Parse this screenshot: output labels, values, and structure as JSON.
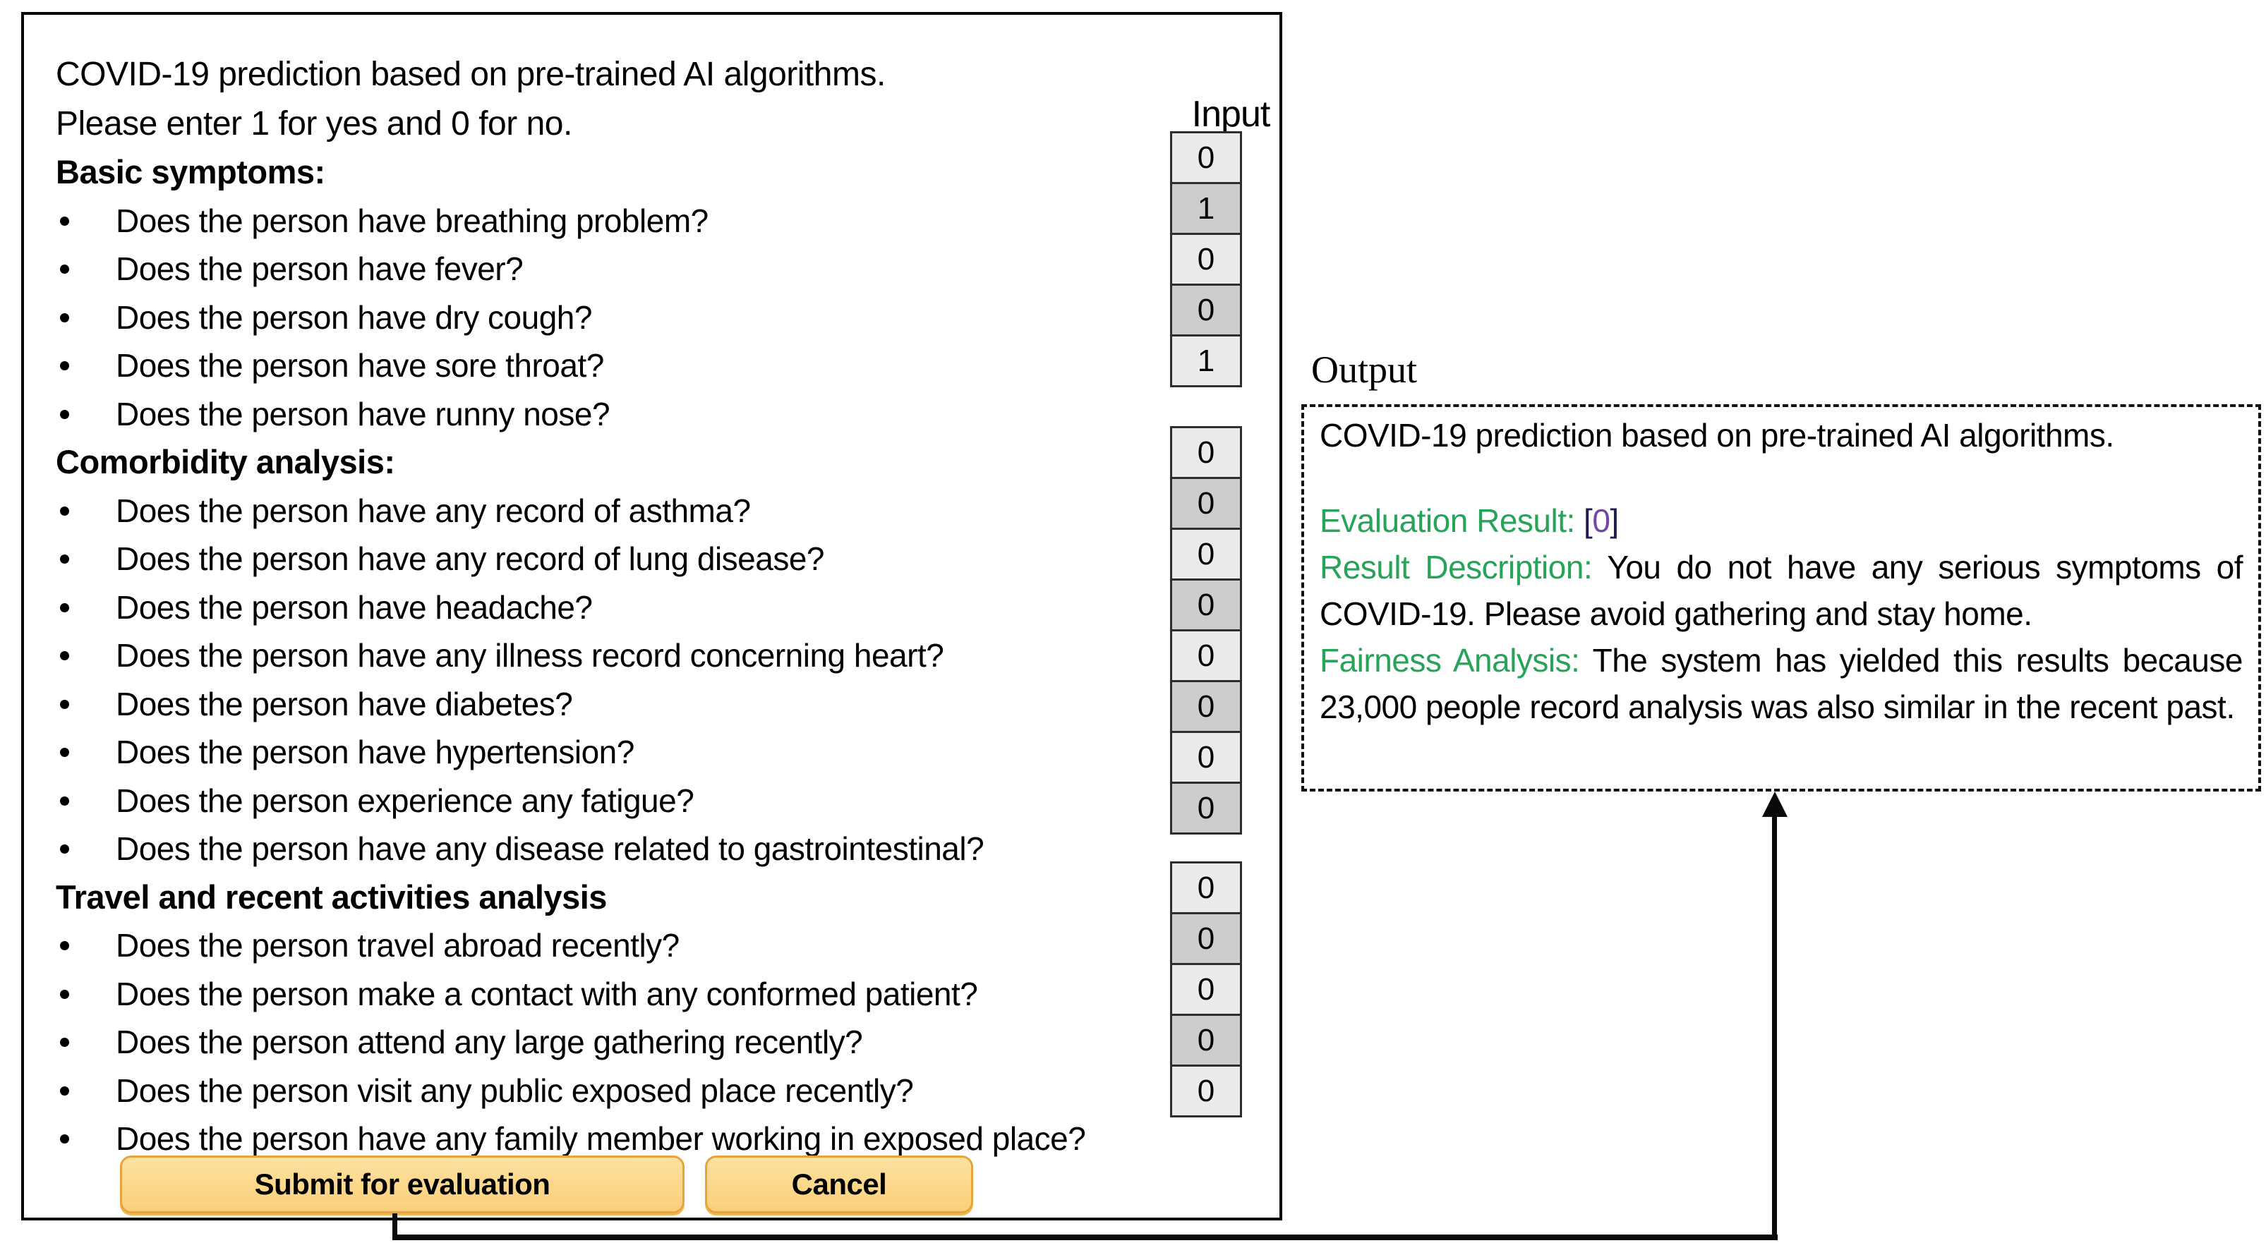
{
  "form": {
    "title_line1": "COVID-19 prediction based on pre-trained AI algorithms.",
    "title_line2": "Please enter 1 for yes and 0 for no.",
    "input_header": "Input",
    "sections": [
      {
        "heading": "Basic symptoms:",
        "questions": [
          "Does the person have breathing problem?",
          "Does the person have fever?",
          "Does the person have dry cough?",
          "Does the person have sore throat?",
          "Does the person have runny nose?"
        ],
        "inputs": [
          "0",
          "1",
          "0",
          "0",
          "1"
        ]
      },
      {
        "heading": "Comorbidity analysis:",
        "questions": [
          "Does the person have any record of asthma?",
          "Does the person have any record of lung disease?",
          "Does the person have headache?",
          "Does the person have any illness record concerning heart?",
          "Does the person have diabetes?",
          "Does the person have hypertension?",
          "Does the person experience any fatigue?",
          "Does the person have any disease related to gastrointestinal?"
        ],
        "inputs": [
          "0",
          "0",
          "0",
          "0",
          "0",
          "0",
          "0",
          "0"
        ]
      },
      {
        "heading": "Travel and recent activities analysis",
        "questions": [
          "Does the person travel abroad recently?",
          "Does the person make a contact with any conformed patient?",
          "Does the person attend any large gathering recently?",
          "Does the person visit any public exposed place recently?",
          "Does the person have any family member working in exposed place?"
        ],
        "inputs": [
          "0",
          "0",
          "0",
          "0",
          "0"
        ]
      }
    ],
    "submit_label": "Submit for evaluation",
    "cancel_label": "Cancel"
  },
  "output": {
    "label": "Output",
    "title": "COVID-19 prediction based on pre-trained AI algorithms.",
    "evaluation_label": "Evaluation Result:",
    "evaluation_open": "[",
    "evaluation_value": "0",
    "evaluation_close": "]",
    "result_label": "Result Description:",
    "result_text": "You do not have any serious symptoms of COVID-19. Please avoid gathering and stay home.",
    "fairness_label": "Fairness Analysis:",
    "fairness_text": "The system has yielded this results because 23,000 people record analysis was also similar in the recent past."
  },
  "colors": {
    "accent_green": "#27a35a",
    "value_purple": "#7149a5",
    "bracket_navy": "#1c1c4e",
    "button_fill_top": "#fde1a0",
    "button_fill_bottom": "#fbcf79",
    "button_border": "#e8a33d",
    "box_light": "#ebebeb",
    "box_dark": "#cdcdcd"
  }
}
